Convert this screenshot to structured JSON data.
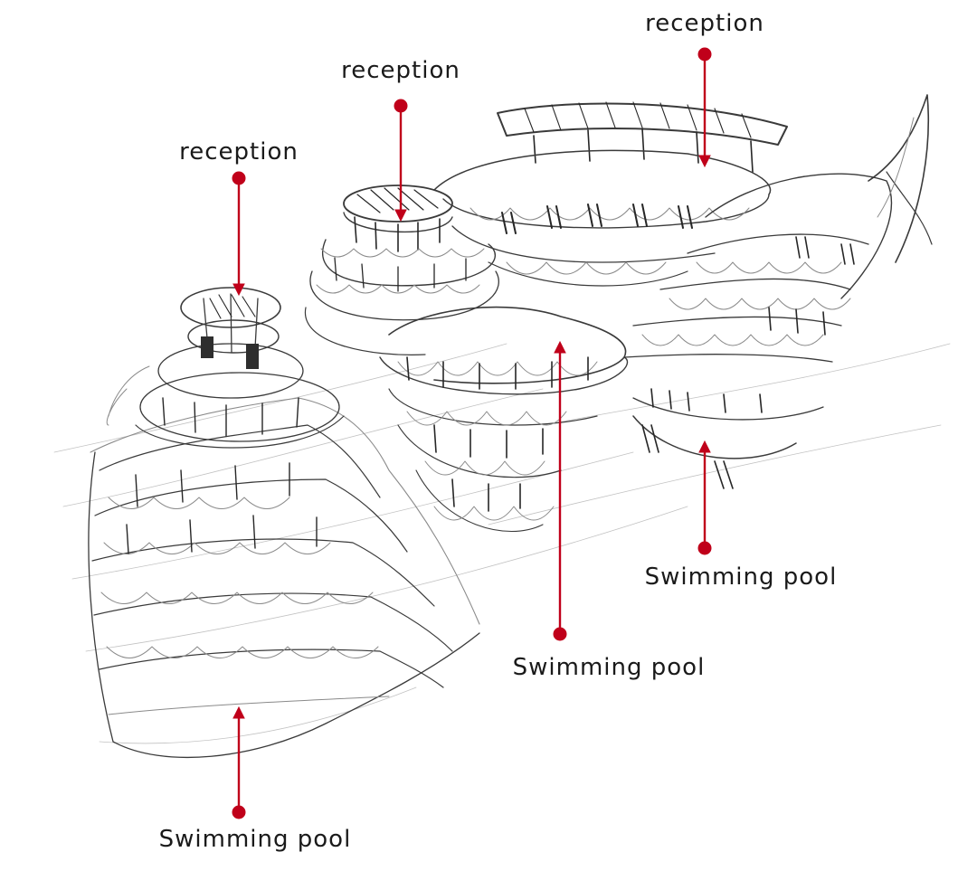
{
  "annotations": [
    {
      "id": "reception-left",
      "text": "reception"
    },
    {
      "id": "reception-middle",
      "text": "reception"
    },
    {
      "id": "reception-right",
      "text": "reception"
    },
    {
      "id": "pool-right",
      "text": "Swimming pool"
    },
    {
      "id": "pool-middle",
      "text": "Swimming pool"
    },
    {
      "id": "pool-left",
      "text": "Swimming pool"
    }
  ],
  "colors": {
    "leader": "#c0001a",
    "ink": "#2b2b2b",
    "background": "#ffffff"
  }
}
